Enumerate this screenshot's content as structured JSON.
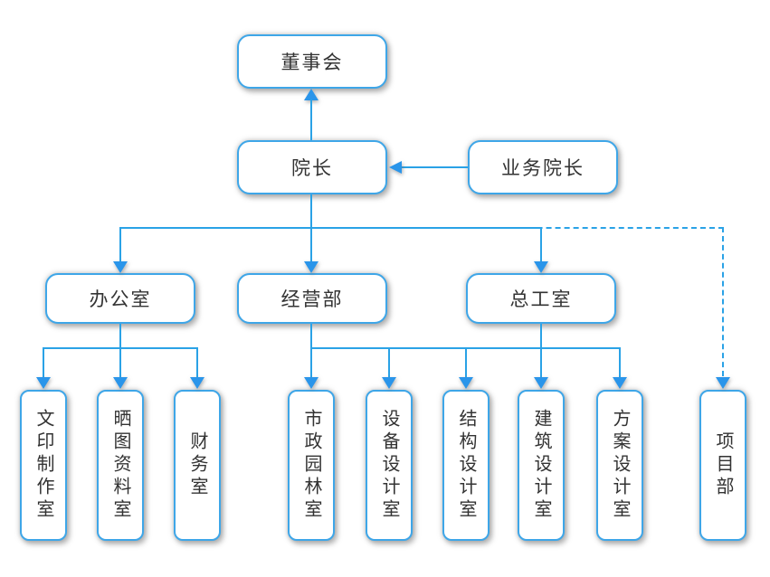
{
  "nodes": {
    "board": "董事会",
    "dean": "院长",
    "business_dean": "业务院长",
    "office": "办公室",
    "operations": "经营部",
    "chief_engineer": "总工室",
    "printing_room": "文印制作室",
    "blueprint_room": "晒图资料室",
    "finance_room": "财务室",
    "municipal_garden_room": "市政园林室",
    "equipment_design_room": "设备设计室",
    "structure_design_room": "结构设计室",
    "architecture_design_room": "建筑设计室",
    "scheme_design_room": "方案设计室",
    "project_dept": "项目部"
  },
  "colors": {
    "box_border": "#3ea6e8",
    "line": "#2aa2e6",
    "arrow": "#2a95ea",
    "text": "#333333",
    "background": "#ffffff"
  }
}
